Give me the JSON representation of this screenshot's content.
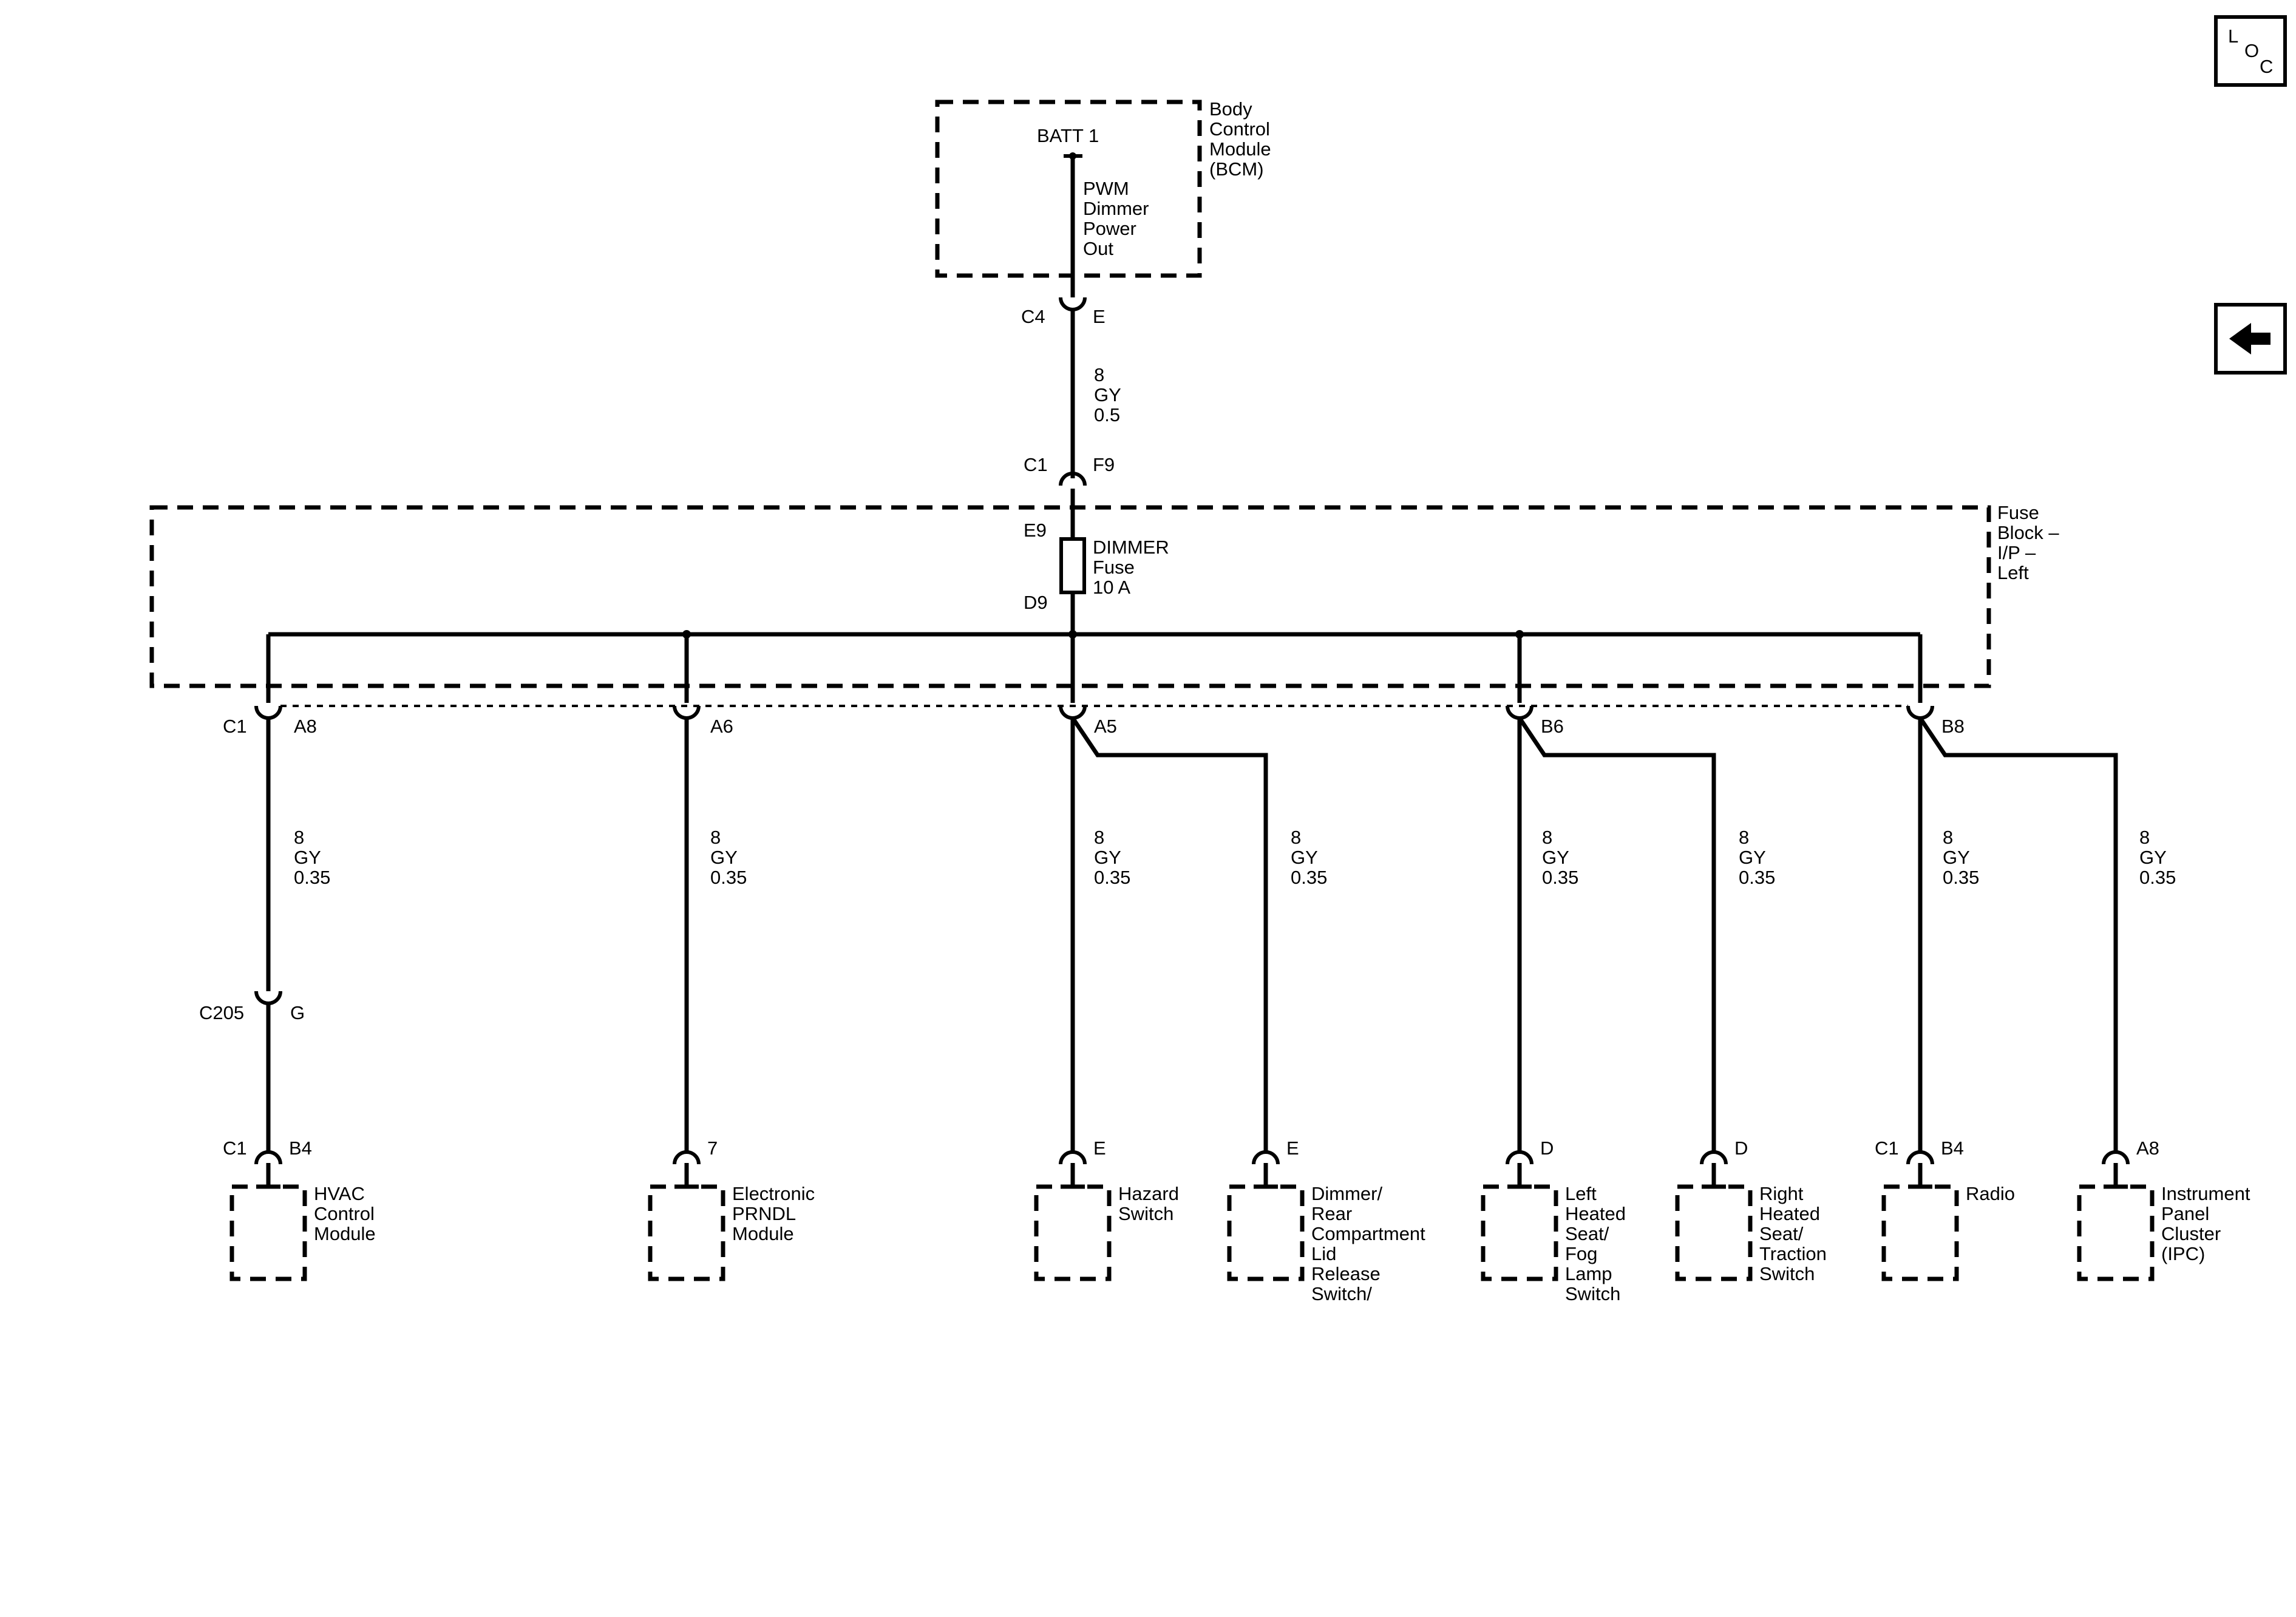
{
  "bcm": {
    "name": [
      "Body",
      "Control",
      "Module",
      "(BCM)"
    ],
    "pin_name": "BATT 1",
    "circuit_func": [
      "PWM",
      "Dimmer",
      "Power",
      "Out"
    ]
  },
  "bcm_conn": {
    "connector": "C4",
    "pin": "E"
  },
  "feed_wire": [
    "8",
    "GY",
    "0.5"
  ],
  "fuse_in_conn": {
    "connector": "C1",
    "pin": "F9"
  },
  "fuse_block": {
    "name": [
      "Fuse",
      "Block –",
      "I/P –",
      "Left"
    ],
    "fuse_top": "E9",
    "fuse_bottom": "D9",
    "fuse_label": [
      "DIMMER",
      "Fuse",
      "10 A"
    ]
  },
  "outputs": [
    {
      "connector": "C1",
      "pin": "A8"
    },
    {
      "connector": "",
      "pin": "A6"
    },
    {
      "connector": "",
      "pin": "A5"
    },
    {
      "connector": "",
      "pin": "B6"
    },
    {
      "connector": "",
      "pin": "B8"
    }
  ],
  "branch_wire": [
    "8",
    "GY",
    "0.35"
  ],
  "inline_conn": {
    "connector": "C205",
    "pin": "G"
  },
  "modules": [
    {
      "connector": "C1",
      "pin": "B4",
      "name": [
        "HVAC",
        "Control",
        "Module"
      ]
    },
    {
      "connector": "",
      "pin": "7",
      "name": [
        "Electronic",
        "PRNDL",
        "Module"
      ]
    },
    {
      "connector": "",
      "pin": "E",
      "name": [
        "Hazard",
        "Switch"
      ]
    },
    {
      "connector": "",
      "pin": "E",
      "name": [
        "Dimmer/",
        "Rear",
        "Compartment",
        "Lid",
        "Release",
        "Switch/"
      ]
    },
    {
      "connector": "",
      "pin": "D",
      "name": [
        "Left",
        "Heated",
        "Seat/",
        "Fog",
        "Lamp",
        "Switch"
      ]
    },
    {
      "connector": "",
      "pin": "D",
      "name": [
        "Right",
        "Heated",
        "Seat/",
        "Traction",
        "Switch"
      ]
    },
    {
      "connector": "C1",
      "pin": "B4",
      "name": [
        "Radio"
      ]
    },
    {
      "connector": "",
      "pin": "A8",
      "name": [
        "Instrument",
        "Panel",
        "Cluster",
        "(IPC)"
      ]
    }
  ],
  "loc_button": {
    "l": "L",
    "o": "O",
    "c": "C"
  },
  "back_button": {
    "icon": "left-arrow-icon"
  }
}
